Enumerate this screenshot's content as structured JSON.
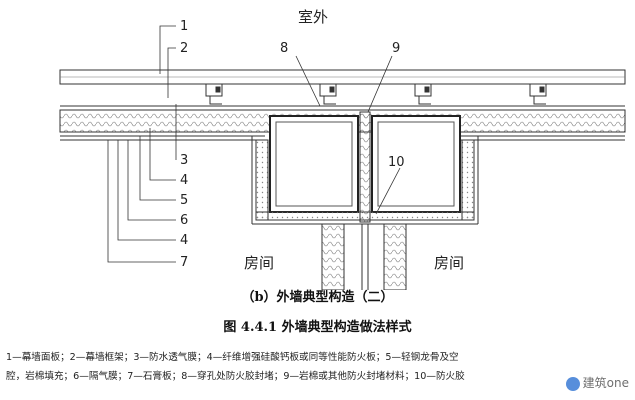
{
  "labels": {
    "outside": "室外",
    "room_left": "房间",
    "room_right": "房间",
    "n1": "1",
    "n2": "2",
    "n3": "3",
    "n4a": "4",
    "n5": "5",
    "n6": "6",
    "n4b": "4",
    "n7": "7",
    "n8": "8",
    "n9": "9",
    "n10": "10"
  },
  "captions": {
    "sub": "（b）外墙典型构造（二）",
    "figure": "图 4.4.1 外墙典型构造做法样式"
  },
  "legend": {
    "line1": "1—幕墙面板；2—幕墙框架；3—防水透气膜；4—纤维增强硅酸钙板或同等性能防火板；5—轻钢龙骨及空",
    "line2": "腔，岩棉填充；6—隔气膜；7—石膏板；8—穿孔处防火胶封堵；9—岩棉或其他防火封堵材料；10—防火胶"
  },
  "watermark": "建筑one"
}
